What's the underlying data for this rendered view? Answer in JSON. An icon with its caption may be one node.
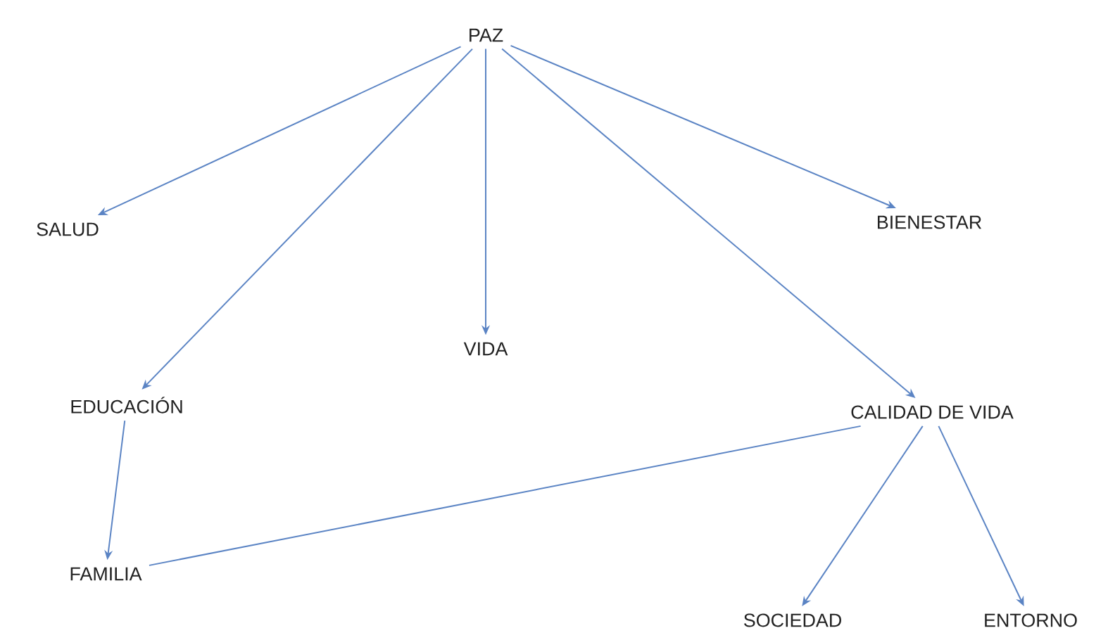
{
  "diagram": {
    "nodes": [
      {
        "text": [
          "PAZ"
        ]
      },
      {
        "text": [
          "SALUD"
        ]
      },
      {
        "text": [
          "BIENESTAR"
        ]
      },
      {
        "text": [
          "VIDA"
        ]
      },
      {
        "text": [
          "EDUCACIÓN"
        ]
      },
      {
        "text": [
          "CALIDAD DE VIDA"
        ]
      },
      {
        "text": [
          "FAMILIA"
        ]
      },
      {
        "text": [
          "SOCIEDAD"
        ]
      },
      {
        "text": [
          "ENTORNO"
        ]
      }
    ],
    "edges": [
      {
        "from": 0,
        "to": 1,
        "arrow": "to"
      },
      {
        "from": 0,
        "to": 4,
        "arrow": "to"
      },
      {
        "from": 0,
        "to": 3,
        "arrow": "to"
      },
      {
        "from": 0,
        "to": 5,
        "arrow": "to"
      },
      {
        "from": 0,
        "to": 2,
        "arrow": "to"
      },
      {
        "from": 4,
        "to": 6,
        "arrow": "to"
      },
      {
        "from": 5,
        "to": 6,
        "arrow": "none"
      },
      {
        "from": 5,
        "to": 7,
        "arrow": "to"
      },
      {
        "from": 5,
        "to": 8,
        "arrow": "to"
      }
    ]
  }
}
